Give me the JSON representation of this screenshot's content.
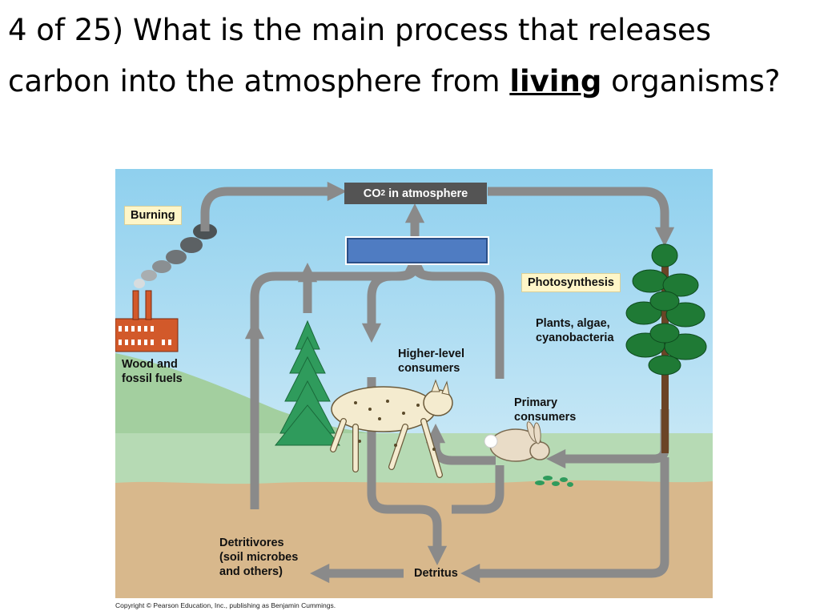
{
  "question": {
    "prefix": "4 of 25) What is the main process that releases carbon into the atmosphere from ",
    "emphasis": "living",
    "suffix": " organisms?"
  },
  "diagram": {
    "co2_label_main": "CO",
    "co2_label_sub": "2",
    "co2_label_rest": " in atmosphere",
    "burning": "Burning",
    "photosynthesis": "Photosynthesis",
    "wood_fuels_1": "Wood and",
    "wood_fuels_2": "fossil fuels",
    "plants_1": "Plants, algae,",
    "plants_2": "cyanobacteria",
    "higher_1": "Higher-level",
    "higher_2": "consumers",
    "primary_1": "Primary",
    "primary_2": "consumers",
    "detritivores_1": "Detritivores",
    "detritivores_2": "(soil microbes",
    "detritivores_3": "and others)",
    "detritus": "Detritus",
    "colors": {
      "sky": "#aedcf0",
      "hill": "#a3cf9f",
      "soil": "#d8b88c",
      "arrow": "#8a8a8a",
      "blank_box": "#4f7cc2",
      "label_box": "#fff6c8"
    }
  },
  "copyright": "Copyright © Pearson Education, Inc., publishing as Benjamin Cummings."
}
